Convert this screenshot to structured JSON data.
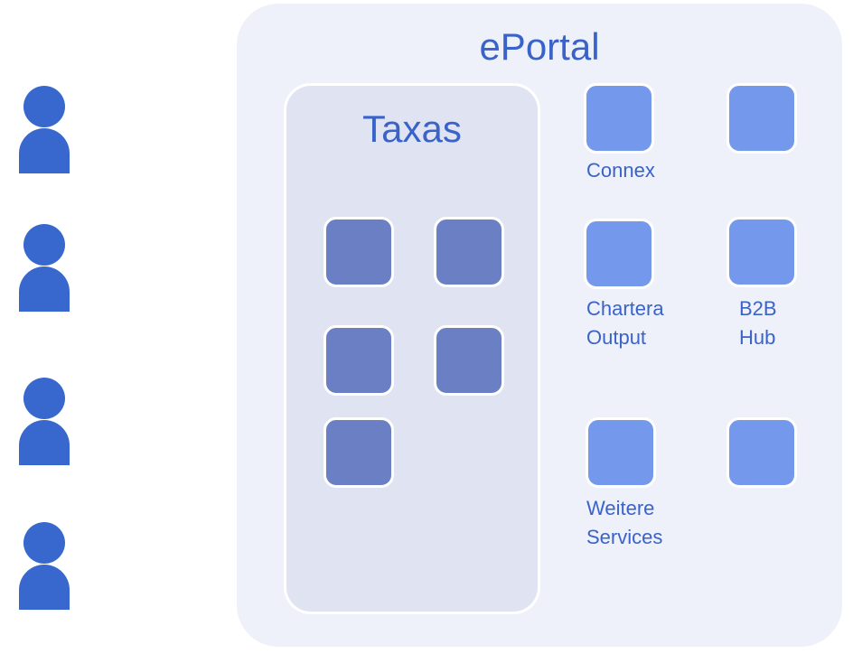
{
  "users": [
    {
      "icon": "user-icon"
    },
    {
      "icon": "user-icon"
    },
    {
      "icon": "user-icon"
    },
    {
      "icon": "user-icon"
    }
  ],
  "eportal": {
    "title": "ePortal"
  },
  "taxas": {
    "title": "Taxas"
  },
  "services": {
    "connex": "Connex",
    "chartera_output_line1": "Chartera",
    "chartera_output_line2": "Output",
    "b2b_hub_line1": "B2B",
    "b2b_hub_line2": "Hub",
    "weitere_services_line1": "Weitere",
    "weitere_services_line2": "Services"
  },
  "colors": {
    "user": "#3868CE",
    "eportal_bg": "#EEF1F9",
    "taxas_bg": "#E0E4F2",
    "taxas_tile": "#6B7FC4",
    "service_tile": "#7498EB",
    "text": "#3A63C9"
  }
}
